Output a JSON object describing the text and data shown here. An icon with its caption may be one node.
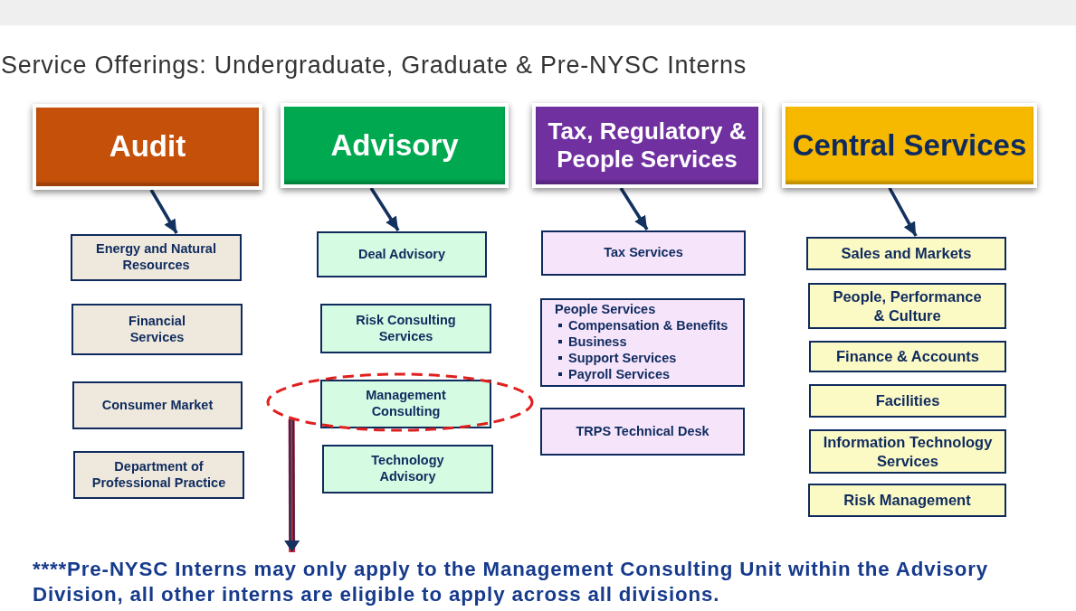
{
  "diagram": {
    "title": "Service Offerings: Undergraduate, Graduate & Pre-NYSC Interns",
    "nodes": [
      {
        "text": [
          "Audit"
        ]
      },
      {
        "text": [
          "Advisory"
        ]
      },
      {
        "text": [
          "Tax, Regulatory & People Services"
        ]
      },
      {
        "text": [
          "Central Services"
        ]
      },
      {
        "text": [
          "Energy and Natural Resources"
        ]
      },
      {
        "text": [
          "Financial Services"
        ]
      },
      {
        "text": [
          "Consumer Market"
        ]
      },
      {
        "text": [
          "Department of Professional Practice"
        ]
      },
      {
        "text": [
          "Deal Advisory"
        ]
      },
      {
        "text": [
          "Risk Consulting Services"
        ]
      },
      {
        "text": [],
        "shape": "ellipse"
      },
      {
        "text": [
          "Management Consulting"
        ],
        "in": 10
      },
      {
        "text": [
          "Technology Advisory"
        ]
      },
      {
        "text": [
          "Tax Services"
        ]
      },
      {
        "text": [
          "People Services",
          "Compensation & Benefits",
          "Business",
          "Support Services",
          "Payroll Services"
        ]
      },
      {
        "text": [
          "TRPS Technical Desk"
        ]
      },
      {
        "text": [
          "Sales and Markets"
        ]
      },
      {
        "text": [
          "People, Performance & Culture"
        ]
      },
      {
        "text": [
          "Finance & Accounts"
        ]
      },
      {
        "text": [
          "Facilities"
        ]
      },
      {
        "text": [
          "Information Technology Services"
        ]
      },
      {
        "text": [
          "Risk Management"
        ]
      },
      {
        "text": [
          "****Pre-NYSC Interns may only apply to the Management Consulting Unit within the Advisory Division, all other interns are eligible to apply across all divisions."
        ]
      }
    ],
    "edges": [
      {
        "from": 0,
        "to": 4,
        "arrow": "to"
      },
      {
        "from": 1,
        "to": 8,
        "arrow": "to"
      },
      {
        "from": 2,
        "to": 13,
        "arrow": "to"
      },
      {
        "from": 3,
        "to": 16,
        "arrow": "to"
      },
      {
        "from": 10,
        "to": 22,
        "arrow": "to",
        "style": "thick",
        "color": "#d7262e"
      }
    ]
  }
}
